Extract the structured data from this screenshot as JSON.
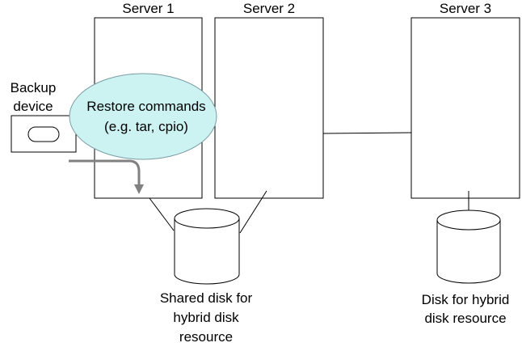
{
  "servers": [
    {
      "label": "Server 1"
    },
    {
      "label": "Server 2"
    },
    {
      "label": "Server 3"
    }
  ],
  "backup_device": {
    "line1": "Backup",
    "line2": "device"
  },
  "restore_commands": {
    "line1": "Restore commands",
    "line2": "(e.g. tar, cpio)"
  },
  "shared_disk": {
    "line1": "Shared disk for",
    "line2": "hybrid disk",
    "line3": "resource"
  },
  "hybrid_disk": {
    "line1": "Disk for hybrid",
    "line2": "disk resource"
  },
  "colors": {
    "ellipse_fill": "#ccf2f2",
    "arrow": "#808080",
    "stroke": "#000000"
  }
}
